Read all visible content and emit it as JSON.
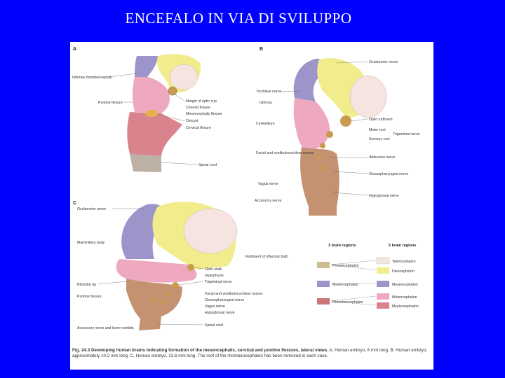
{
  "slide": {
    "title": "ENCEFALO IN VIA DI SVILUPPO"
  },
  "figure": {
    "panels": {
      "a": "A",
      "b": "B",
      "c": "C"
    },
    "labels_a": {
      "isthmus": "Isthmus rhombencephali",
      "pontine": "Pontine flexure",
      "margin_optic": "Margin of optic cup",
      "choroid": "Choroid fissure",
      "mesencephalic": "Mesencephalic flexure",
      "otocyst": "Otocyst",
      "cervical": "Cervical flexure",
      "spinal": "Spinal cord"
    },
    "labels_b": {
      "oculomotor": "Oculomotor nerve",
      "trochlear": "Trochlear nerve",
      "isthmus": "Isthmus",
      "cerebellum": "Cerebellum",
      "optic_rudiment": "Optic rudiment",
      "motor_root": "Motor root",
      "trigeminal": "Trigeminal nerve",
      "sensory_root": "Sensory root",
      "facial": "Facial and vestibulocochlear nerves",
      "abducens": "Abducens nerve",
      "glosso": "Glossopharyngeal nerve",
      "vagus": "Vagus nerve",
      "hypoglossal": "Hypoglossal nerve",
      "accessory": "Accessory nerve"
    },
    "labels_c": {
      "oculomotor": "Oculomotor nerve",
      "mammillary": "Mammillary body",
      "rudiment_olfactory": "Rudiment of olfactory bulb",
      "optic_stalk": "Optic stalk",
      "hypophysis": "Hypophysis",
      "trigeminal": "Trigeminal nerve",
      "rhombic_lip": "Rhombic lip",
      "pontine": "Pontine flexure",
      "facial": "Facial and vestibulocochlear nerves",
      "glosso": "Glossopharyngeal nerve",
      "vagus": "Vagus nerve",
      "hypoglossal": "Hypoglossal nerve",
      "spinal": "Spinal cord",
      "accessory": "Accessory nerve and lower rootlets"
    },
    "legend": {
      "head3": "3 brain regions",
      "head5": "5 brain regions",
      "three": [
        "Prosencephalon",
        "Mesencephalon",
        "Rhombencephalon"
      ],
      "five": [
        "Telencephalon",
        "Diencephalon",
        "Mesencephalon",
        "Metencephalon",
        "Myelencephalon"
      ]
    },
    "colors": {
      "telencephalon": "#f5e4df",
      "diencephalon": "#f1ec8c",
      "mesencephalon": "#9d95c9",
      "metencephalon": "#eea9c1",
      "myelencephalon": "#d9848c",
      "prosencephalon": "#cbbd8f",
      "rhombencephalon": "#c9767a",
      "spinal": "#bdb1a6",
      "nerve": "#c99b4f",
      "spinal_b": "#c49171"
    },
    "caption": {
      "fig_no": "Fig. 24.3",
      "title": "Developing human brains indicating formation of the mesencephalic, cervical and pontine flexures, lateral views.",
      "text": "A, Human embryo, 6 mm long. B, Human embryo, approximately 10.2 mm long. C, Human embryo, 13.6 mm long. The roof of the rhombencephalon has been removed in each case."
    }
  }
}
